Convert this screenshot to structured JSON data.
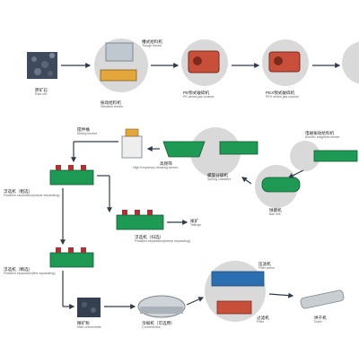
{
  "colors": {
    "arrow": "#2f3b4c",
    "machine_green": "#1f9a55",
    "machine_red": "#c8503a",
    "disc_gray": "#d9d9d9",
    "ore_dark": "#34404f"
  },
  "labels": {
    "raw_ore": {
      "zh": "原矿石",
      "en": "Raw ore"
    },
    "trough_feeder": {
      "zh": "槽式给料机",
      "en": "Trough feeder"
    },
    "vib_feeder": {
      "zh": "振动给料机",
      "en": "Vibration feeder"
    },
    "pe_crusher": {
      "zh": "PE颚式破碎机",
      "en": "PE series jaw crusher"
    },
    "pex_crusher": {
      "zh": "PEX颚式破碎机",
      "en": "PEX series jaw crusher"
    },
    "mixing_bucket": {
      "zh": "搅拌桶",
      "en": "Mixing bucket"
    },
    "hf_screen": {
      "zh": "高频筛",
      "en": "High frequency vibrating screen"
    },
    "spiral": {
      "zh": "螺旋分级机",
      "en": "Spiring classifier"
    },
    "elec_feeder": {
      "zh": "电磁振动给料机",
      "en": "Electric magnetic feeder"
    },
    "ball_mill": {
      "zh": "球磨机",
      "en": "Ball mill"
    },
    "flot_rough": {
      "zh": "浮选机（粗选）",
      "en": "Flotation separation(coarse separating)"
    },
    "flot_sweep": {
      "zh": "浮选机（扫选）",
      "en": "Flotation separation(sweep separating)"
    },
    "tailings": {
      "zh": "尾矿",
      "en": "Tailings"
    },
    "flot_fine": {
      "zh": "浮选机（精选）",
      "en": "Flotation separation(fine separating)"
    },
    "concentrate": {
      "zh": "精矿粉",
      "en": "Man concentrate"
    },
    "thickener": {
      "zh": "浓缩机（可选用）",
      "en": "Concentrator"
    },
    "filter_press": {
      "zh": "压滤机",
      "en": "Filter press"
    },
    "filter": {
      "zh": "过滤机",
      "en": "Filter"
    },
    "dryer": {
      "zh": "烘干机",
      "en": "Dryer"
    }
  }
}
